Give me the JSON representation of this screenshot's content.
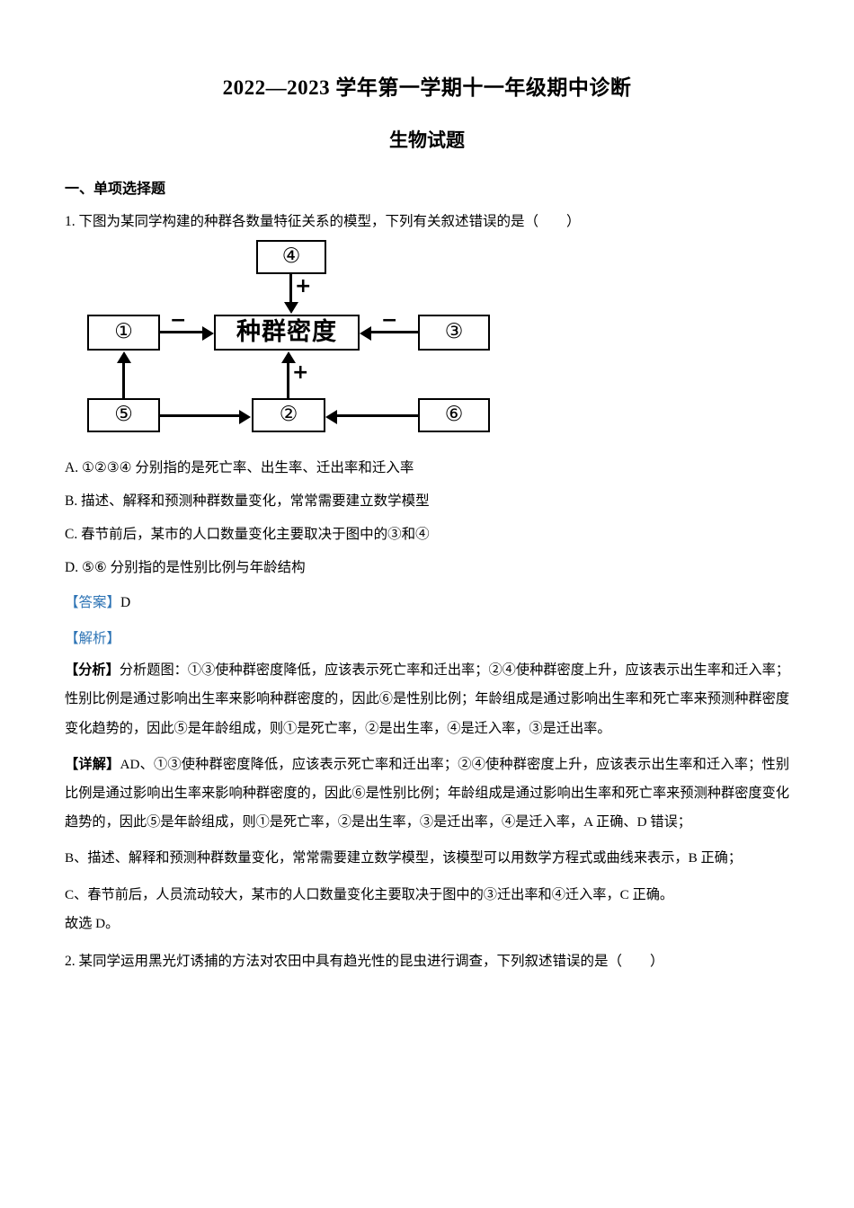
{
  "document": {
    "title": "2022—2023 学年第一学期十一年级期中诊断",
    "subtitle": "生物试题"
  },
  "sections": [
    {
      "heading": "一、单项选择题"
    }
  ],
  "question1": {
    "stem": "1. 下图为某同学构建的种群各数量特征关系的模型，下列有关叙述错误的是（　　）",
    "options": [
      "A. ①②③④ 分别指的是死亡率、出生率、迁出率和迁入率",
      "B. 描述、解释和预测种群数量变化，常常需要建立数学模型",
      "C. 春节前后，某市的人口数量变化主要取决于图中的③和④",
      "D. ⑤⑥ 分别指的是性别比例与年龄结构"
    ],
    "answer_marker": "【答案】",
    "answer_value": "D",
    "analysis_marker": "【解析】",
    "analysis_label": "【分析】",
    "analysis_text": "分析题图：①③使种群密度降低，应该表示死亡率和迁出率；②④使种群密度上升，应该表示出生率和迁入率；性别比例是通过影响出生率来影响种群密度的，因此⑥是性别比例；年龄组成是通过影响出生率和死亡率来预测种群密度变化趋势的，因此⑤是年龄组成，则①是死亡率，②是出生率，④是迁入率，③是迁出率。",
    "detail_label": "【详解】",
    "detail_paragraphs": [
      "AD、①③使种群密度降低，应该表示死亡率和迁出率；②④使种群密度上升，应该表示出生率和迁入率；性别比例是通过影响出生率来影响种群密度的，因此⑥是性别比例；年龄组成是通过影响出生率和死亡率来预测种群密度变化趋势的，因此⑤是年龄组成，则①是死亡率，②是出生率，③是迁出率，④是迁入率，A 正确、D 错误；",
      "B、描述、解释和预测种群数量变化，常常需要建立数学模型，该模型可以用数学方程式或曲线来表示，B 正确；",
      "C、春节前后，人员流动较大，某市的人口数量变化主要取决于图中的③迁出率和④迁入率，C 正确。",
      "故选 D。"
    ]
  },
  "diagram": {
    "boxes": {
      "b4": "④",
      "b1": "①",
      "center": "种群密度",
      "b3": "③",
      "b5": "⑤",
      "b2": "②",
      "b6": "⑥"
    },
    "signs": {
      "top_plus": "+",
      "left_minus": "−",
      "right_minus": "−",
      "bottom_plus": "+"
    }
  },
  "question2": {
    "stem": "2. 某同学运用黑光灯诱捕的方法对农田中具有趋光性的昆虫进行调查，下列叙述错误的是（　　）"
  },
  "colors": {
    "marker_blue": "#2e74b5",
    "text_black": "#000000",
    "page_background": "#ffffff"
  }
}
